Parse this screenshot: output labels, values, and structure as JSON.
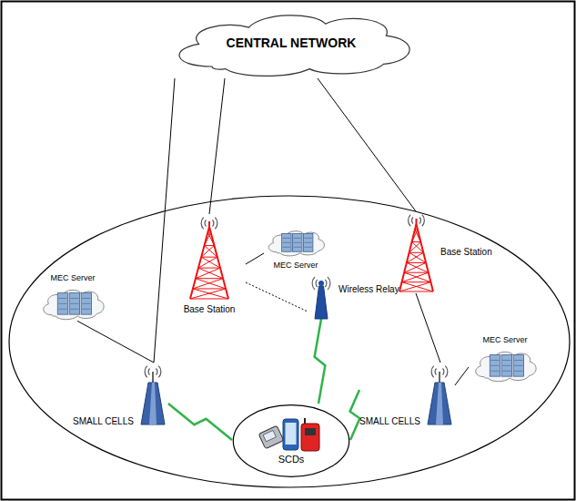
{
  "diagram": {
    "nodes": [
      {
        "text": [
          "CENTRAL NETWORK"
        ]
      },
      {
        "text": [
          "Base Station"
        ]
      },
      {
        "text": [
          "MEC Server"
        ]
      },
      {
        "text": [
          "Base Station"
        ]
      },
      {
        "text": [
          "MEC Server"
        ]
      },
      {
        "text": [
          "Wireless Relay"
        ]
      },
      {
        "text": [
          "SMALL CELLS"
        ]
      },
      {
        "text": [
          "MEC Server"
        ]
      },
      {
        "text": [
          "SMALL CELLS"
        ]
      },
      {
        "text": [
          "SCDs"
        ]
      }
    ],
    "edges": [
      {
        "from": 0,
        "to": 6,
        "arrow": "none"
      },
      {
        "from": 0,
        "to": 1,
        "arrow": "none"
      },
      {
        "from": 0,
        "to": 3,
        "arrow": "none"
      },
      {
        "from": 1,
        "to": 2,
        "arrow": "none"
      },
      {
        "from": 1,
        "to": 5,
        "arrow": "none"
      },
      {
        "from": 4,
        "to": 6,
        "arrow": "none"
      },
      {
        "from": 3,
        "to": 8,
        "arrow": "none"
      },
      {
        "from": 7,
        "to": 8,
        "arrow": "none"
      },
      {
        "from": 6,
        "to": 9,
        "arrow": "none"
      },
      {
        "from": 5,
        "to": 9,
        "arrow": "none"
      },
      {
        "from": 8,
        "to": 9,
        "arrow": "none"
      }
    ]
  }
}
